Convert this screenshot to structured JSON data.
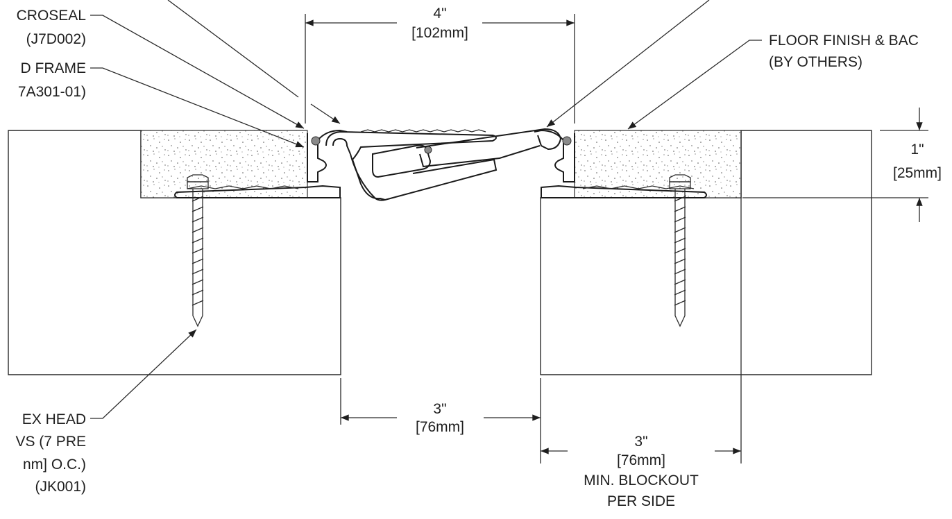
{
  "dimensions": {
    "top_width": {
      "imperial": "4\"",
      "metric": "[102mm]"
    },
    "depth": {
      "imperial": "1\"",
      "metric": "[25mm]"
    },
    "gap_width": {
      "imperial": "3\"",
      "metric": "[76mm]"
    },
    "blockout": {
      "imperial": "3\"",
      "metric": "[76mm]",
      "note_line1": "MIN. BLOCKOUT",
      "note_line2": "PER SIDE"
    }
  },
  "callouts": {
    "microseal": {
      "line1": "CROSEAL",
      "line2": "(J7D002)"
    },
    "frame": {
      "line1": "D FRAME",
      "line2": "7A301-01)"
    },
    "floor_finish": {
      "line1": "FLOOR FINISH & BAC",
      "line2": "(BY OTHERS)"
    },
    "screws": {
      "line1": "EX HEAD",
      "line2": "VS (7 PRE",
      "line3": "nm] O.C.)",
      "line4": "(JK001)"
    }
  },
  "colors": {
    "line": "#2a2a2a",
    "seal_dot": "#8a8a8a",
    "background": "#ffffff"
  }
}
